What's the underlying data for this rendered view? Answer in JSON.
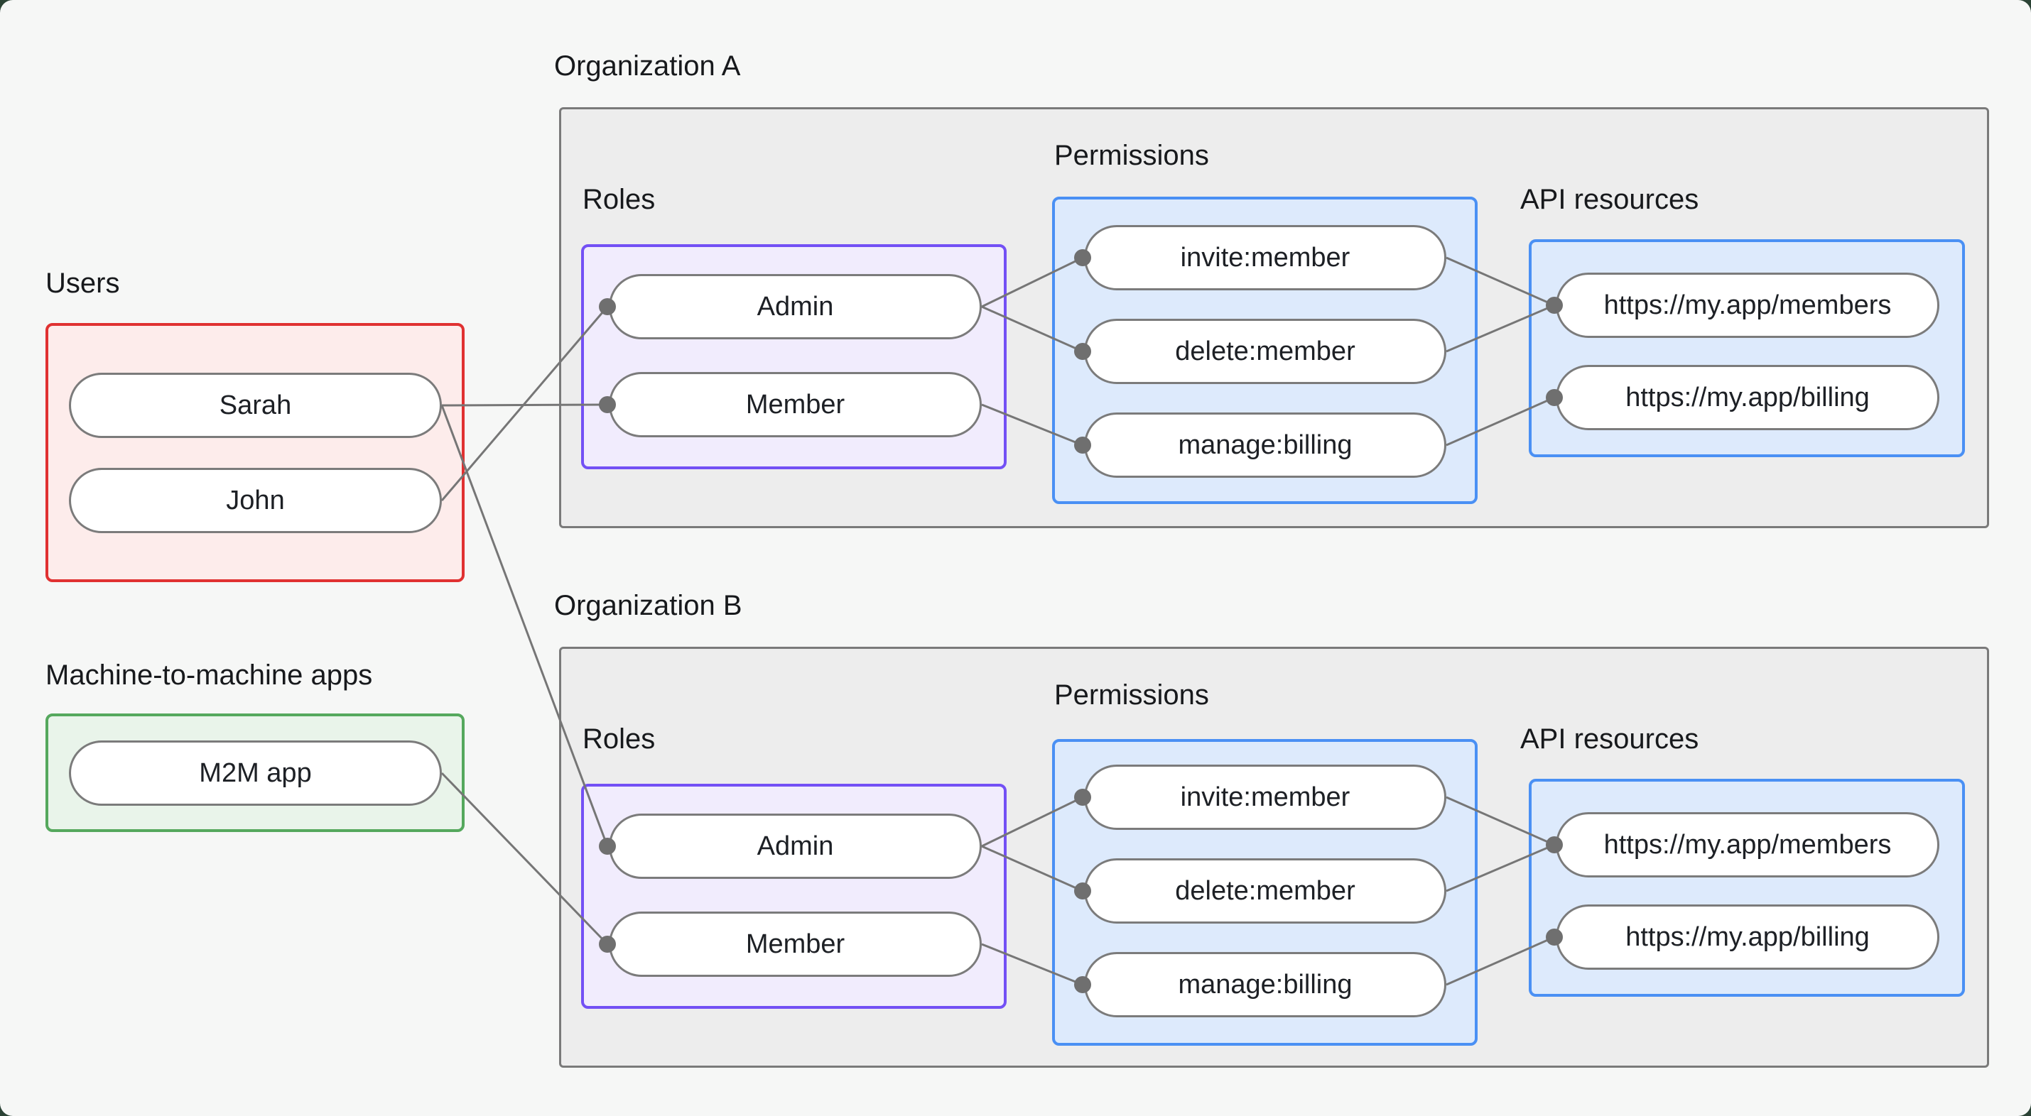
{
  "users_section": {
    "label": "Users",
    "users": [
      "Sarah",
      "John"
    ]
  },
  "m2m_section": {
    "label": "Machine-to-machine apps",
    "apps": [
      "M2M app"
    ]
  },
  "org_a": {
    "title": "Organization A",
    "roles_label": "Roles",
    "permissions_label": "Permissions",
    "api_resources_label": "API resources",
    "roles": [
      "Admin",
      "Member"
    ],
    "permissions": [
      "invite:member",
      "delete:member",
      "manage:billing"
    ],
    "api_resources": [
      "https://my.app/members",
      "https://my.app/billing"
    ]
  },
  "org_b": {
    "title": "Organization B",
    "roles_label": "Roles",
    "permissions_label": "Permissions",
    "api_resources_label": "API resources",
    "roles": [
      "Admin",
      "Member"
    ],
    "permissions": [
      "invite:member",
      "delete:member",
      "manage:billing"
    ],
    "api_resources": [
      "https://my.app/members",
      "https://my.app/billing"
    ]
  },
  "connections": [
    {
      "from": "Sarah",
      "to": "Organization A / Member"
    },
    {
      "from": "John",
      "to": "Organization A / Admin"
    },
    {
      "from": "Sarah",
      "to": "Organization B / Admin"
    },
    {
      "from": "M2M app",
      "to": "Organization B / Member"
    },
    {
      "from": "Organization A / Admin",
      "to": "Organization A / invite:member"
    },
    {
      "from": "Organization A / Admin",
      "to": "Organization A / delete:member"
    },
    {
      "from": "Organization A / Member",
      "to": "Organization A / manage:billing"
    },
    {
      "from": "Organization A / invite:member",
      "to": "Organization A / https://my.app/members"
    },
    {
      "from": "Organization A / delete:member",
      "to": "Organization A / https://my.app/members"
    },
    {
      "from": "Organization A / manage:billing",
      "to": "Organization A / https://my.app/billing"
    },
    {
      "from": "Organization B / Admin",
      "to": "Organization B / invite:member"
    },
    {
      "from": "Organization B / Admin",
      "to": "Organization B / delete:member"
    },
    {
      "from": "Organization B / Member",
      "to": "Organization B / manage:billing"
    },
    {
      "from": "Organization B / invite:member",
      "to": "Organization B / https://my.app/members"
    },
    {
      "from": "Organization B / delete:member",
      "to": "Organization B / https://my.app/members"
    },
    {
      "from": "Organization B / manage:billing",
      "to": "Organization B / https://my.app/billing"
    }
  ],
  "colors": {
    "page_background": "#f6f7f6",
    "frame_background": "#2b4335",
    "org_box_fill": "#ededed",
    "org_box_border": "#7a7a7a",
    "users_border": "#e03131",
    "users_fill": "#fdeceb",
    "m2m_border": "#55a85d",
    "m2m_fill": "#e9f4ea",
    "roles_border": "#7350f5",
    "roles_fill": "#f1ecfd",
    "permissions_border": "#4a90f4",
    "permissions_fill": "#ddeafc",
    "wire": "#767676",
    "pill_border": "#7b7b7b"
  }
}
